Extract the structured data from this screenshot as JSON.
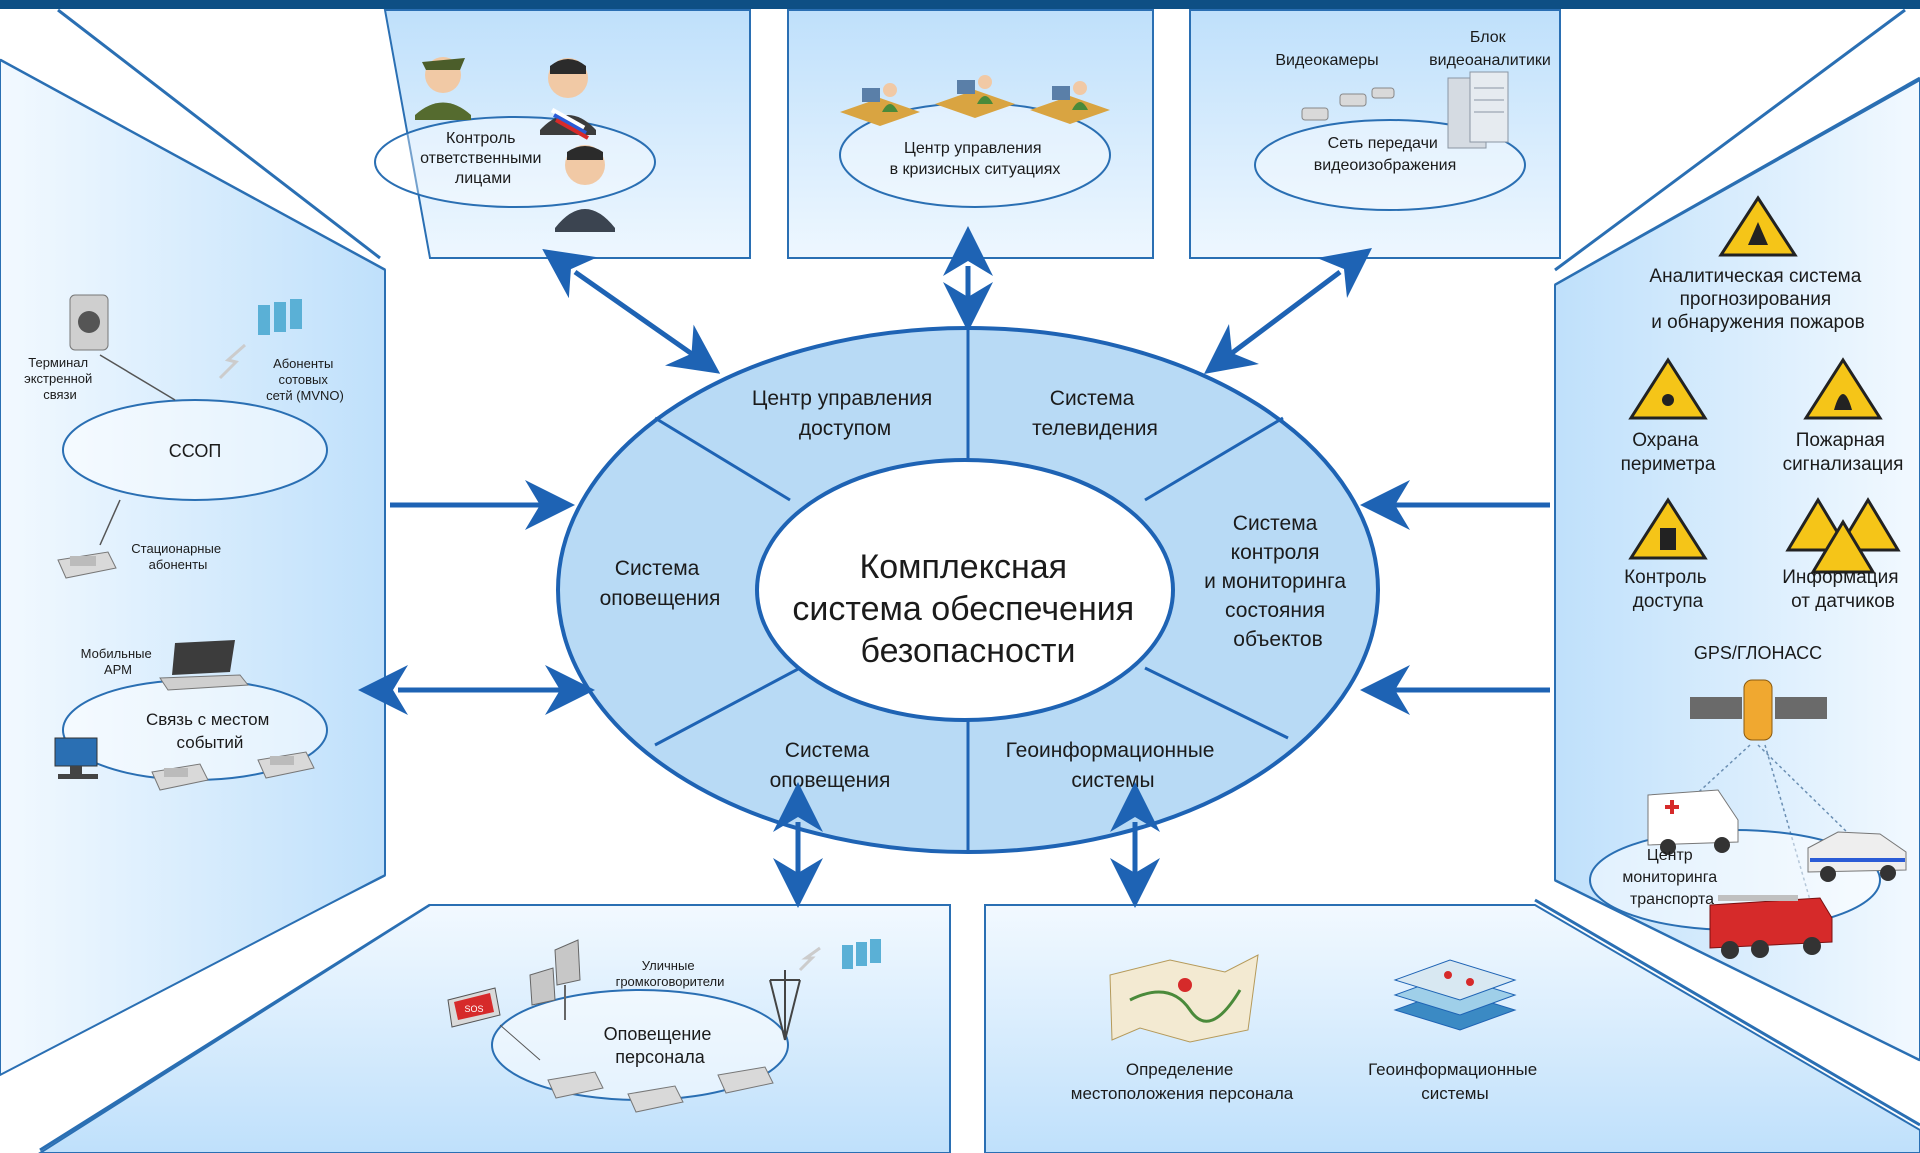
{
  "center": {
    "title": [
      "Комплексная",
      "система обеспечения",
      "безопасности"
    ],
    "sectors": {
      "access_center": [
        "Центр управления",
        "доступом"
      ],
      "tv_system": [
        "Система",
        "телевидения"
      ],
      "monitoring_system": [
        "Система",
        "контроля",
        "и мониторинга",
        "состояния",
        "объектов"
      ],
      "gis": [
        "Геоинформационные",
        "системы"
      ],
      "notification_bottom": [
        "Система",
        "оповещения"
      ],
      "notification_left": [
        "Система",
        "оповещения"
      ]
    }
  },
  "top_left": {
    "ellipse_label": [
      "Контроль",
      "ответственными",
      "лицами"
    ]
  },
  "top_center": {
    "ellipse_label": [
      "Центр управления",
      "в кризисных ситуациях"
    ]
  },
  "top_right": {
    "cameras_label": "Видеокамеры",
    "analytics_label": [
      "Блок",
      "видеоаналитики"
    ],
    "ellipse_label": [
      "Сеть передачи",
      "видеоизображения"
    ]
  },
  "left": {
    "terminal_label": [
      "Терминал",
      "экстренной",
      "связи"
    ],
    "mvno_label": [
      "Абоненты",
      "сотовых",
      "сетй (MVNO)"
    ],
    "ssop_label": "ССОП",
    "stationary_label": [
      "Стационарные",
      "абоненты"
    ],
    "mobile_arm_label": [
      "Мобильные",
      "АРМ"
    ],
    "event_link_label": [
      "Связь с местом",
      "событий"
    ]
  },
  "right": {
    "fire_analytics": [
      "Аналитическая система",
      "прогнозирования",
      "и обнаружения пожаров"
    ],
    "perimeter": [
      "Охрана",
      "периметра"
    ],
    "fire_alarm": [
      "Пожарная",
      "сигнализация"
    ],
    "access_control": [
      "Контроль",
      "доступа"
    ],
    "sensor_info": [
      "Информация",
      "от датчиков"
    ],
    "gps_label": "GPS/ГЛОНАСС",
    "transport_center": [
      "Центр",
      "мониторинга",
      "транспорта"
    ]
  },
  "bottom_left": {
    "sos_label": "SOS",
    "speakers_label": [
      "Уличные",
      "громкоговорители"
    ],
    "ellipse_label": [
      "Оповещение",
      "персонала"
    ]
  },
  "bottom_right": {
    "location_label": [
      "Определение",
      "местоположения персонала"
    ],
    "gis_label": [
      "Геоинформационные",
      "системы"
    ]
  },
  "colors": {
    "panel_fill": "#dcefff",
    "panel_stroke": "#2a6fb3",
    "arrow": "#1e63b4",
    "header_bar": "#0e4f84",
    "ellipse_fill": "#b8daf5",
    "text": "#222222"
  }
}
